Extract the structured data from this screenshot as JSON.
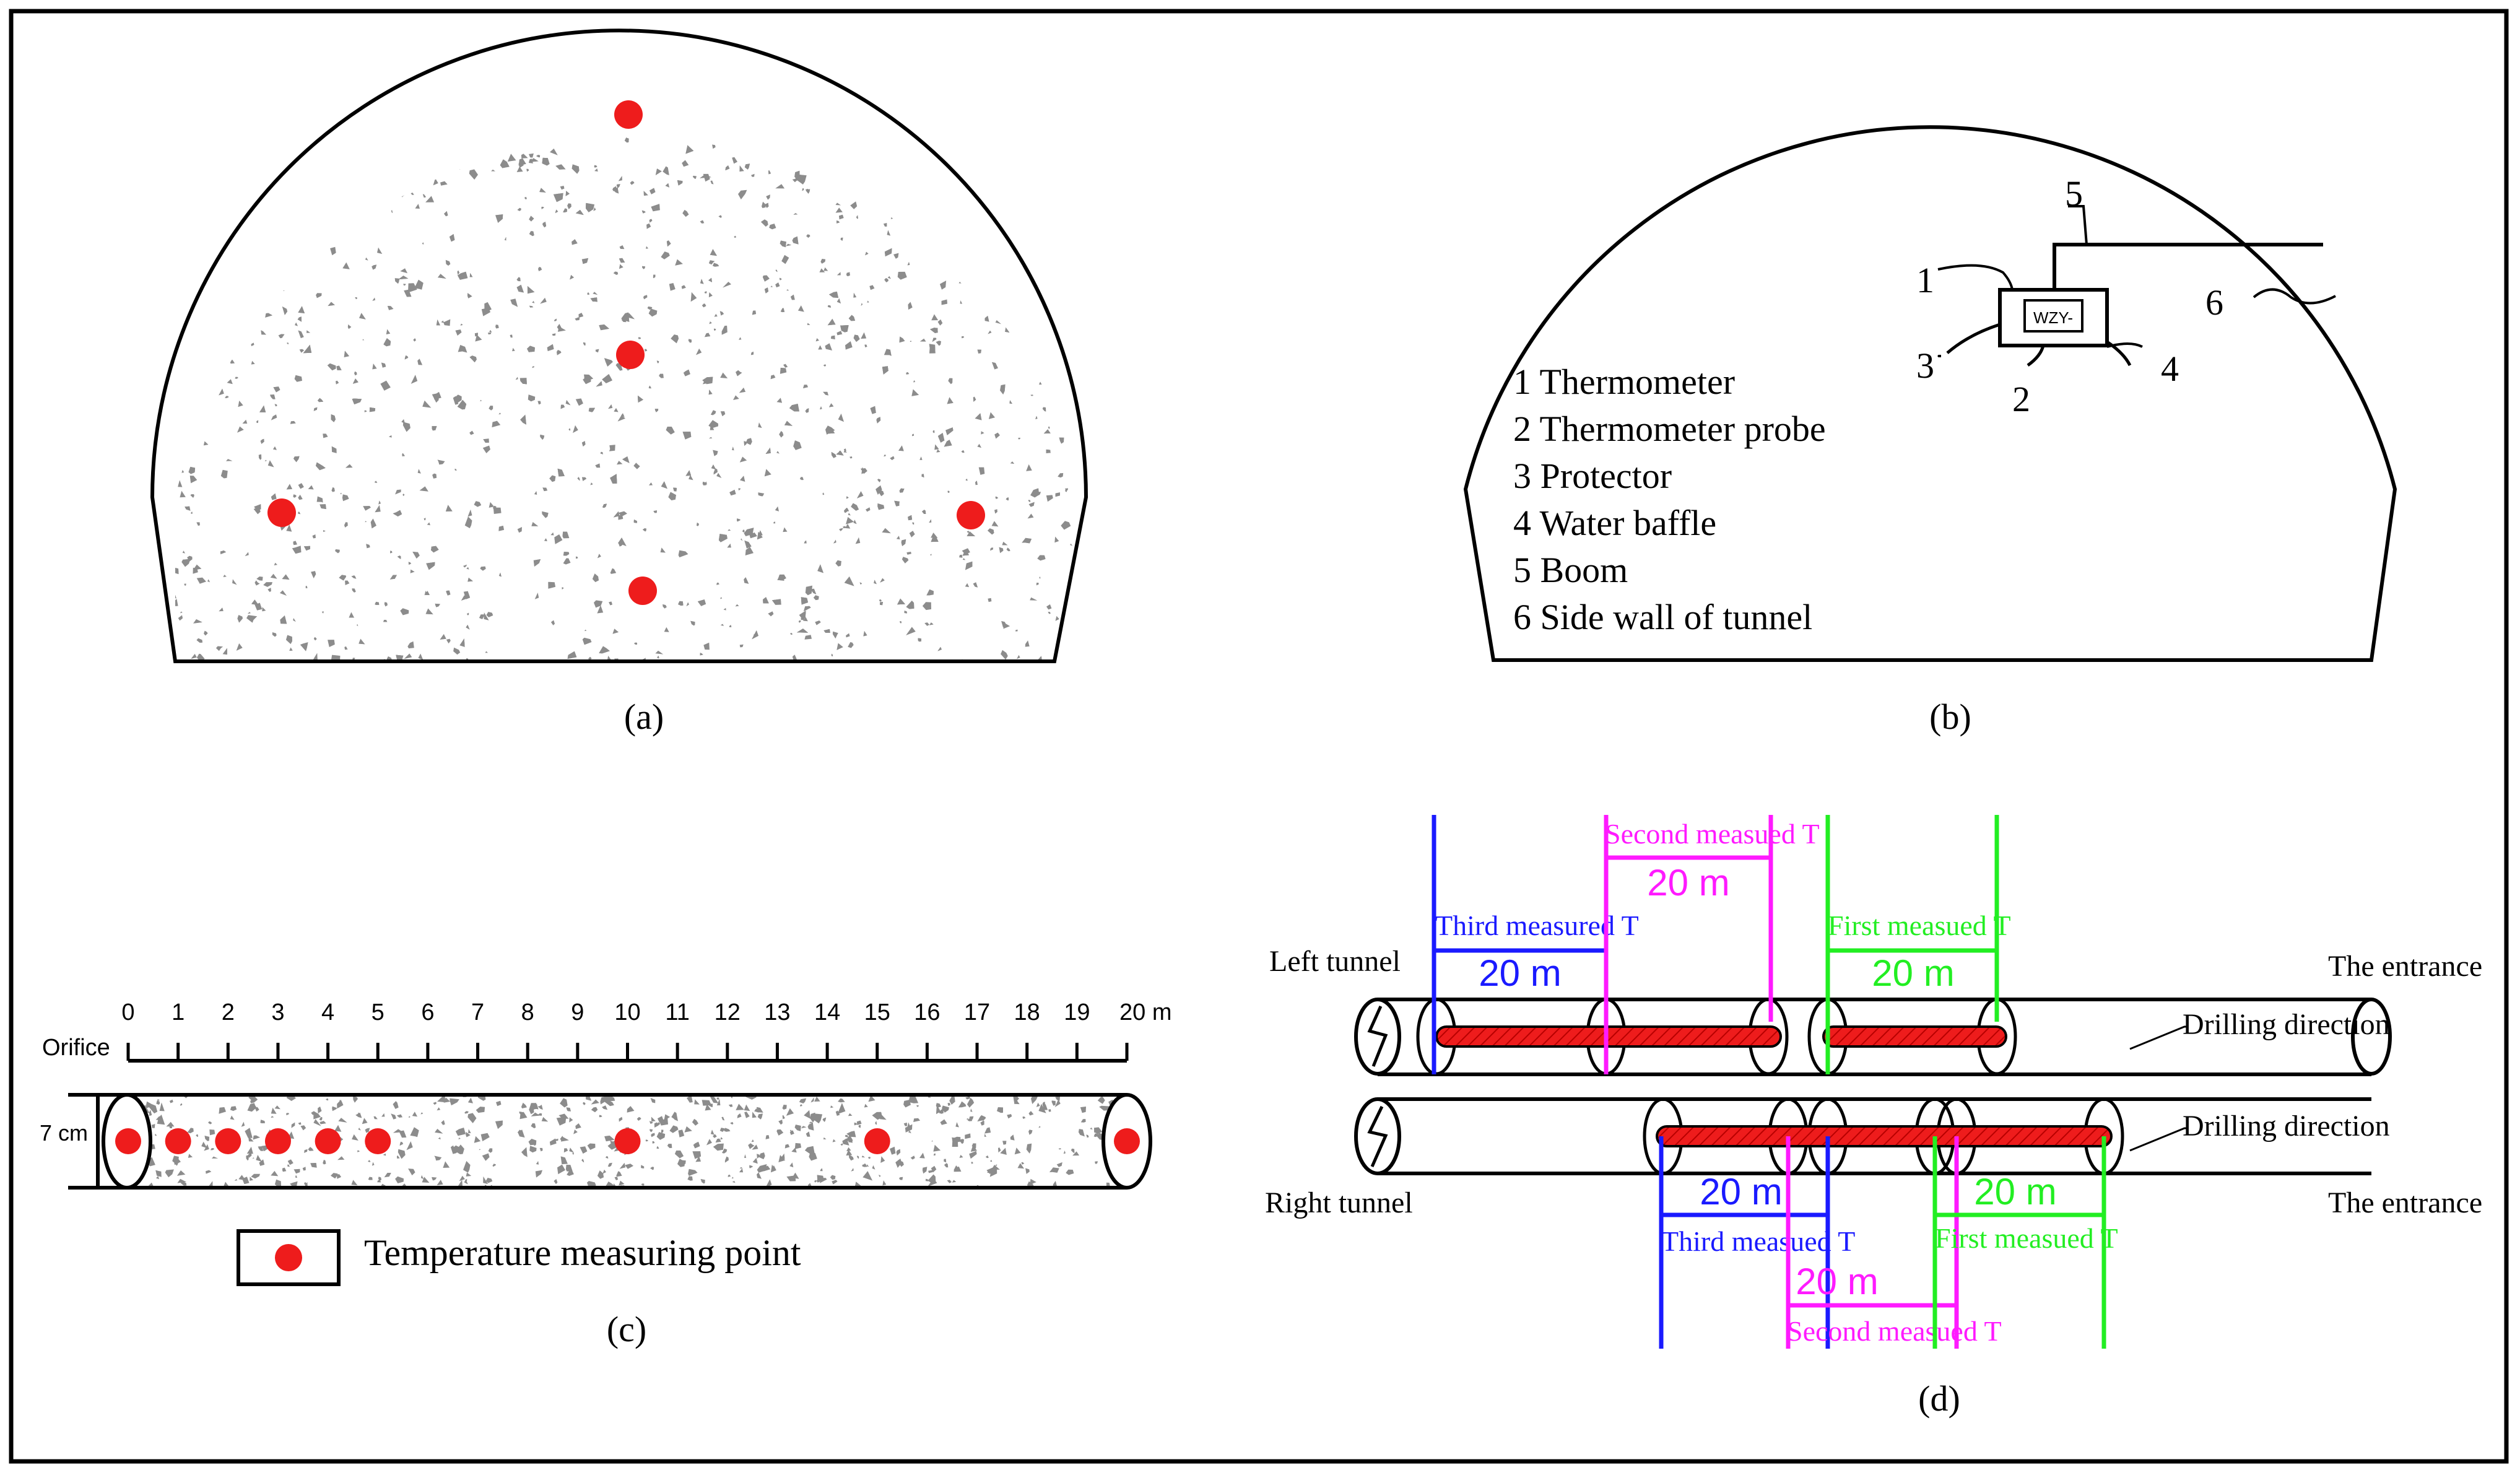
{
  "panels": {
    "a": {
      "label": "(a)"
    },
    "b": {
      "label": "(b)",
      "legend": [
        "1 Thermometer",
        "2 Thermometer probe",
        "3 Protector",
        "4 Water baffle",
        "5 Boom",
        "6 Side wall of tunnel"
      ],
      "callouts": [
        "1",
        "2",
        "3",
        "4",
        "5",
        "6"
      ],
      "device_text": "WZY-"
    },
    "c": {
      "label": "(c)",
      "orifice": "Orifice",
      "ticks": [
        "0",
        "1",
        "2",
        "3",
        "4",
        "5",
        "6",
        "7",
        "8",
        "9",
        "10",
        "11",
        "12",
        "13",
        "14",
        "15",
        "16",
        "17",
        "18",
        "19",
        "20 m"
      ],
      "diameter": "7 cm",
      "measure_points_m": [
        0,
        1,
        2,
        3,
        4,
        5,
        10,
        15,
        20
      ],
      "legend_text": "Temperature measuring point"
    },
    "d": {
      "label": "(d)",
      "left_tunnel": "Left tunnel",
      "right_tunnel": "Right tunnel",
      "entrance_top": "The entrance",
      "entrance_bottom": "The entrance",
      "drilling_top": "Drilling direction",
      "drilling_bottom": "Drilling direction",
      "left": {
        "third": "Third measured T",
        "second": "Second measued T",
        "first": "First measued T",
        "third_span": "20 m",
        "second_span": "20 m",
        "first_span": "20 m"
      },
      "right": {
        "third": "Third measued T",
        "second": "Second measued T",
        "first": "First measued T",
        "third_span": "20 m",
        "second_span": "20 m",
        "first_span": "20 m"
      }
    }
  },
  "colors": {
    "point": "#ee1c1c",
    "third": "#1a1aff",
    "second": "#ff1aff",
    "first": "#22ee22",
    "aggregate": "#8c8c8c",
    "hatch": "#e02020"
  }
}
